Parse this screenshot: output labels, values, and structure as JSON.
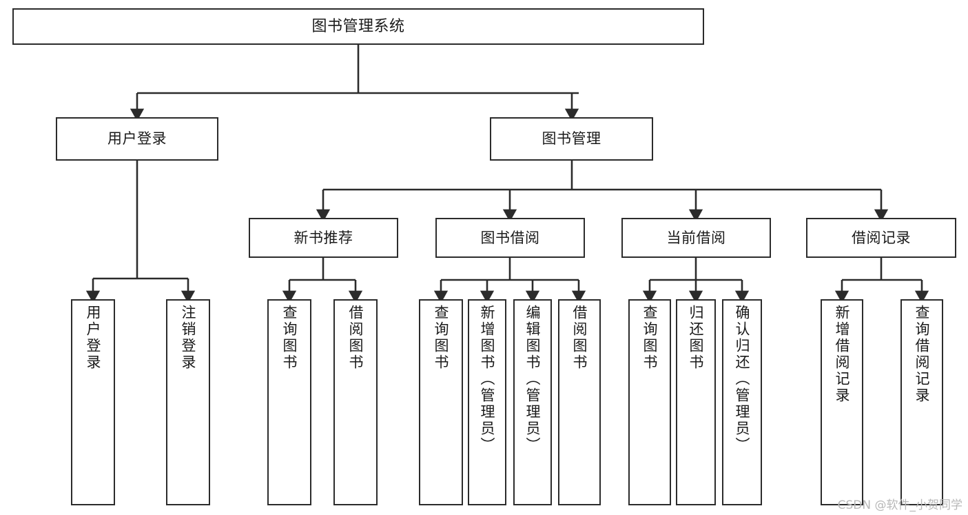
{
  "diagram": {
    "title": "图书管理系统",
    "type": "tree",
    "watermark": "CSDN @软件_小贺同学",
    "stroke_color": "#2b2b2b",
    "fill_color": "#ffffff",
    "text_color": "#1a1a1a",
    "watermark_color": "#b8b8b8"
  },
  "nodes": {
    "root": {
      "label": "图书管理系统"
    },
    "level2": [
      {
        "label": "用户登录"
      },
      {
        "label": "图书管理"
      }
    ],
    "level3": [
      {
        "label": "新书推荐"
      },
      {
        "label": "图书借阅"
      },
      {
        "label": "当前借阅"
      },
      {
        "label": "借阅记录"
      }
    ],
    "leaves": {
      "user_login": [
        {
          "label": "用户登录"
        },
        {
          "label": "注销登录"
        }
      ],
      "new_book": [
        {
          "label": "查询图书"
        },
        {
          "label": "借阅图书"
        }
      ],
      "borrow_book": [
        {
          "label": "查询图书"
        },
        {
          "label": "新增图书（管理员）"
        },
        {
          "label": "编辑图书（管理员）"
        },
        {
          "label": "借阅图书"
        }
      ],
      "current_borrow": [
        {
          "label": "查询图书"
        },
        {
          "label": "归还图书"
        },
        {
          "label": "确认归还（管理员）"
        }
      ],
      "borrow_record": [
        {
          "label": "新增借阅记录"
        },
        {
          "label": "查询借阅记录"
        }
      ]
    }
  }
}
